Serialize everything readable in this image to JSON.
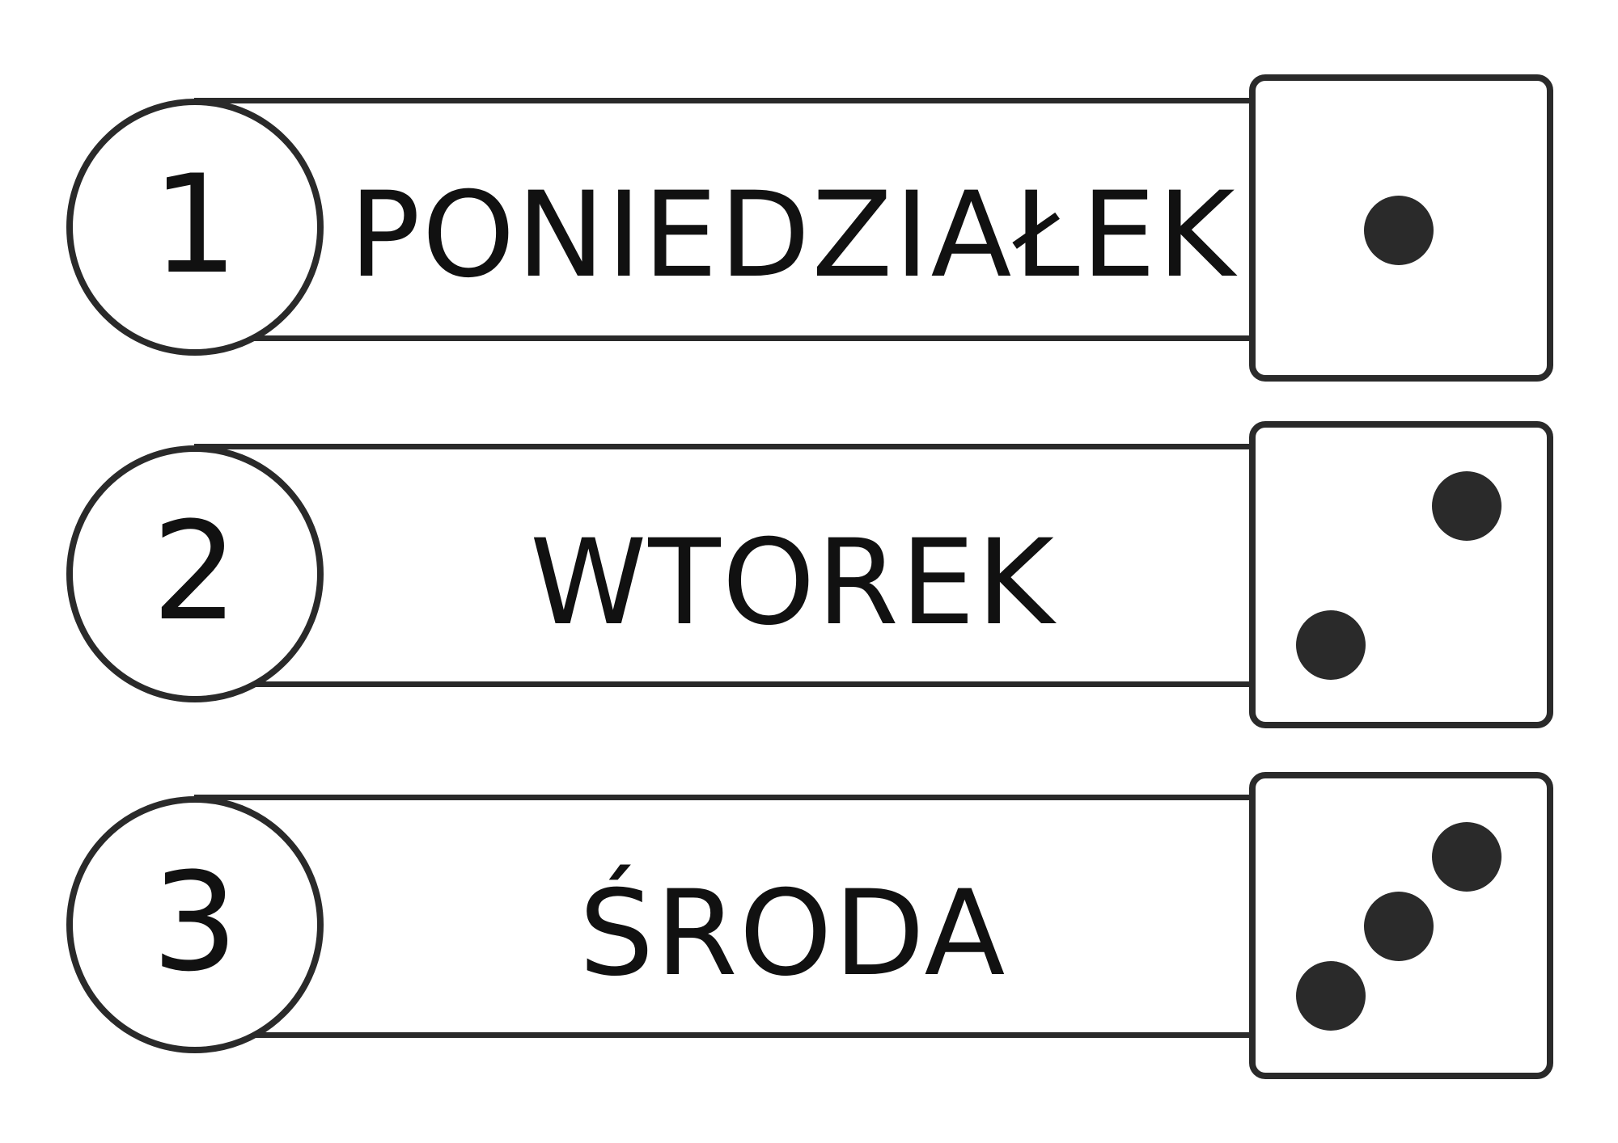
{
  "days": [
    {
      "number": "1",
      "name": "PONIEDZIAŁEK",
      "pips": 1
    },
    {
      "number": "2",
      "name": "WTOREK",
      "pips": 2
    },
    {
      "number": "3",
      "name": "ŚRODA",
      "pips": 3
    }
  ],
  "colors": {
    "stroke": "#2a2a2a",
    "pip": "#2a2a2a",
    "text": "#111111",
    "background": "#ffffff"
  }
}
